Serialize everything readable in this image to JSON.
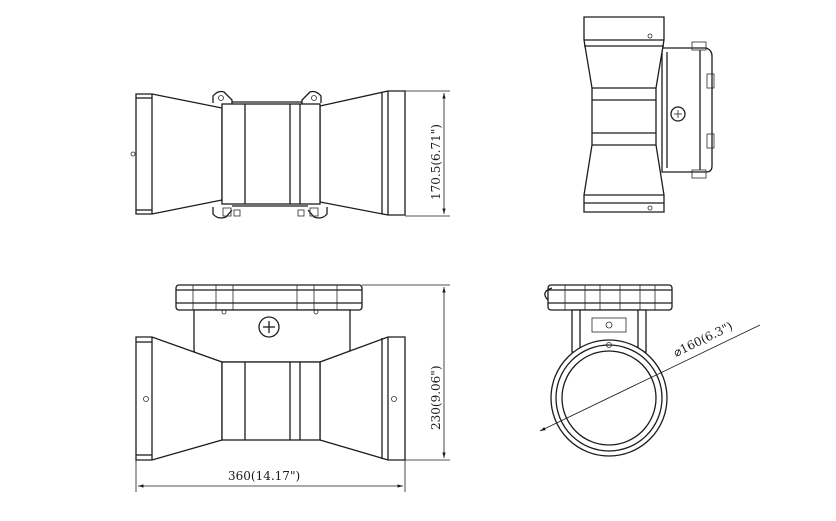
{
  "dimensions": {
    "height_top": "170.5(6.71\")",
    "height_bottom": "230(9.06\")",
    "width": "360(14.17\")",
    "diameter": "⌀160(6.3\")"
  }
}
